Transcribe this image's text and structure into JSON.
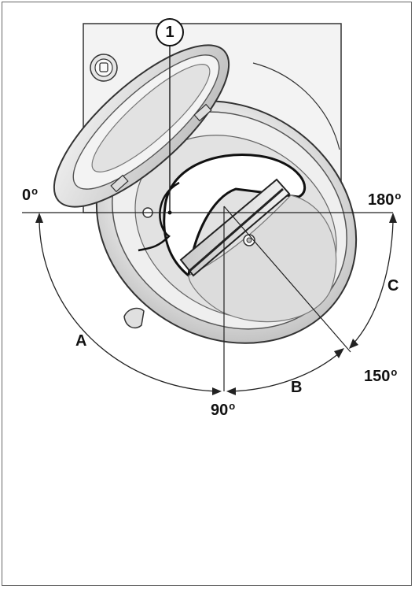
{
  "angles": {
    "zero": "0",
    "one_eighty": "180",
    "ninety": "90",
    "one_fifty": "150",
    "degree_sign": "o"
  },
  "ranges": {
    "a": "A",
    "b": "B",
    "c": "C"
  },
  "callout": {
    "number": "1"
  }
}
